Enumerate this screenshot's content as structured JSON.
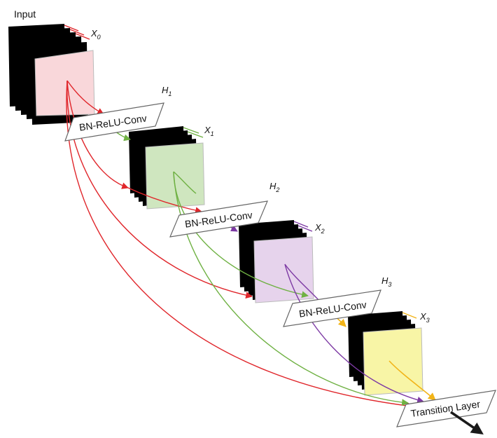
{
  "diagram": {
    "input_label": "Input",
    "feature_maps": [
      {
        "name": "X",
        "sub": "0",
        "color": "#f9d7da"
      },
      {
        "name": "X",
        "sub": "1",
        "color": "#cfe6bf"
      },
      {
        "name": "X",
        "sub": "2",
        "color": "#e6d3ec"
      },
      {
        "name": "X",
        "sub": "3",
        "color": "#f8f5a6"
      }
    ],
    "layers": [
      {
        "name": "H",
        "sub": "1",
        "label": "BN-ReLU-Conv"
      },
      {
        "name": "H",
        "sub": "2",
        "label": "BN-ReLU-Conv"
      },
      {
        "name": "H",
        "sub": "3",
        "label": "BN-ReLU-Conv"
      }
    ],
    "transition_label": "Transition Layer",
    "colors": {
      "x0_connections": "#e0262b",
      "x1_connections": "#6fb143",
      "x2_connections": "#7d3aa4",
      "x3_connections": "#f2b418",
      "output_arrow": "#1a1a1a",
      "box_border": "#666666"
    }
  }
}
